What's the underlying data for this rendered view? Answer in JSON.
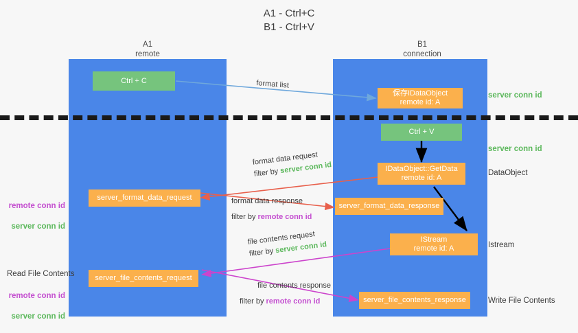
{
  "title": "A1 - Ctrl+C\nB1 - Ctrl+V",
  "colors": {
    "lane": "#4a86e8",
    "green_box": "#76c47d",
    "orange_box": "#fbb04c",
    "server_conn_id": "#5cb85c",
    "remote_conn_id": "#c44fd0",
    "red_arrow": "#e8604c",
    "blue_arrow": "#6fa8dc",
    "magenta_arrow": "#cc44cc",
    "black_arrow": "#000000",
    "divider": "#1a1a1a",
    "background": "#f7f7f7"
  },
  "columns": {
    "left": {
      "name": "A1",
      "sub": "remote",
      "header": "A1\nremote"
    },
    "right": {
      "name": "B1",
      "sub": "connection",
      "header": "B1\nconnection"
    }
  },
  "boxes": {
    "ctrl_c": "Ctrl + C",
    "ctrl_v": "Ctrl + V",
    "save_idataobject": "保存IDataObject\nremote id: A",
    "idataobject_getdata": "IDataObject::GetData\nremote id: A",
    "istream": "IStream\nremote id: A",
    "server_format_data_request": "server_format_data_request",
    "server_format_data_response": "server_format_data_response",
    "server_file_contents_request": "server_file_contents_request",
    "server_file_contents_response": "server_file_contents_response"
  },
  "right_annotations": {
    "server_conn_id_top": "server conn id",
    "server_conn_id_mid": "server conn id",
    "dataobject": "DataObject",
    "istream": "Istream",
    "write_file_contents": "Write File Contents"
  },
  "left_annotations": {
    "remote_conn_id_1": "remote conn id",
    "server_conn_id_1": "server conn id",
    "read_file_contents": "Read File Contents",
    "remote_conn_id_2": "remote conn id",
    "server_conn_id_2": "server conn id"
  },
  "edges": {
    "format_list": "format list",
    "format_data_request": "format data request",
    "format_data_request_filter_prefix": "filter by ",
    "format_data_request_filter_value": "server conn id",
    "format_data_response": "format data response",
    "format_data_response_filter_prefix": "filter by ",
    "format_data_response_filter_value": "remote conn id",
    "file_contents_request": "file contents request",
    "file_contents_request_filter_prefix": "filter by ",
    "file_contents_request_filter_value": "server conn id",
    "file_contents_response": "file contents response",
    "file_contents_response_filter_prefix": "filter by ",
    "file_contents_response_filter_value": "remote conn id"
  }
}
